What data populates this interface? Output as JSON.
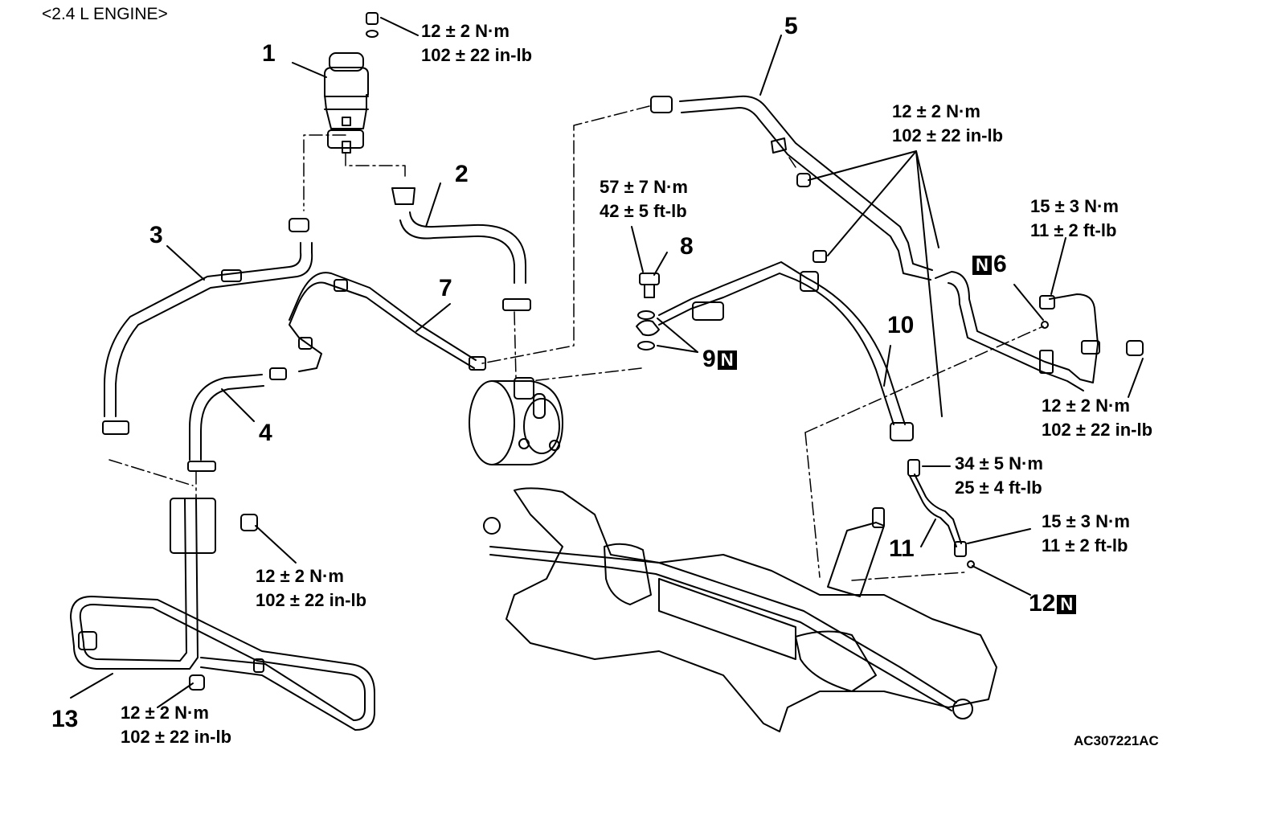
{
  "title": "<2.4 L ENGINE>",
  "code": "AC307221AC",
  "new_part_mark": "N",
  "callouts": {
    "c1": "1",
    "c2": "2",
    "c3": "3",
    "c4": "4",
    "c5": "5",
    "c6": "6",
    "c7": "7",
    "c8": "8",
    "c9": "9",
    "c10": "10",
    "c11": "11",
    "c12": "12",
    "c13": "13"
  },
  "torques": {
    "t_reservoir": [
      "12 ± 2 N·m",
      "102 ± 22 in-lb"
    ],
    "t_hose5": [
      "12 ± 2 N·m",
      "102 ± 22 in-lb"
    ],
    "t_bolt8": [
      "57 ± 7 N·m",
      "42 ± 5 ft-lb"
    ],
    "t_pipe6_top": [
      "15 ± 3 N·m",
      "11 ± 2 ft-lb"
    ],
    "t_pipe6_bottom": [
      "12 ± 2 N·m",
      "102 ± 22 in-lb"
    ],
    "t_pipe11_top": [
      "34 ± 5 N·m",
      "25 ± 4 ft-lb"
    ],
    "t_pipe11_bottom": [
      "15 ± 3 N·m",
      "11 ± 2 ft-lb"
    ],
    "t_cooler_bracket": [
      "12 ± 2 N·m",
      "102 ± 22 in-lb"
    ],
    "t_cooler": [
      "12 ± 2 N·m",
      "102 ± 22 in-lb"
    ]
  }
}
